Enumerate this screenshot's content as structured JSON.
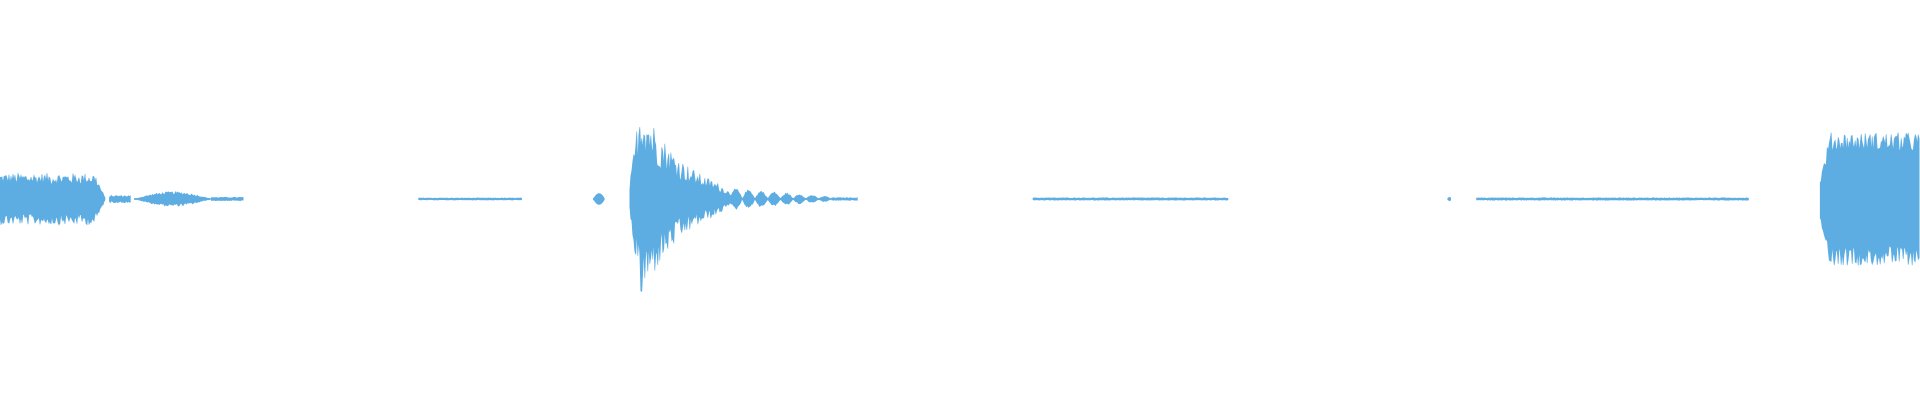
{
  "waveform": {
    "color": "#5DADE2",
    "background": "#FFFFFF",
    "segments": [
      {
        "start": 0.0,
        "end": 0.055,
        "peak": 0.14,
        "shape": "noisy-burst"
      },
      {
        "start": 0.057,
        "end": 0.068,
        "peak": 0.02,
        "shape": "flat"
      },
      {
        "start": 0.07,
        "end": 0.11,
        "peak": 0.04,
        "shape": "bulge"
      },
      {
        "start": 0.11,
        "end": 0.127,
        "peak": 0.01,
        "shape": "flat"
      },
      {
        "start": 0.218,
        "end": 0.272,
        "peak": 0.006,
        "shape": "flat"
      },
      {
        "start": 0.309,
        "end": 0.315,
        "peak": 0.03,
        "shape": "blip"
      },
      {
        "start": 0.328,
        "end": 0.385,
        "peak": 0.56,
        "shape": "attack-decay"
      },
      {
        "start": 0.38,
        "end": 0.433,
        "peak": 0.06,
        "shape": "ripples"
      },
      {
        "start": 0.433,
        "end": 0.447,
        "peak": 0.008,
        "shape": "flat"
      },
      {
        "start": 0.538,
        "end": 0.64,
        "peak": 0.007,
        "shape": "flat"
      },
      {
        "start": 0.754,
        "end": 0.756,
        "peak": 0.01,
        "shape": "blip"
      },
      {
        "start": 0.769,
        "end": 0.911,
        "peak": 0.007,
        "shape": "flat"
      },
      {
        "start": 0.948,
        "end": 1.0,
        "peak": 0.36,
        "shape": "sustained-burst"
      }
    ]
  }
}
